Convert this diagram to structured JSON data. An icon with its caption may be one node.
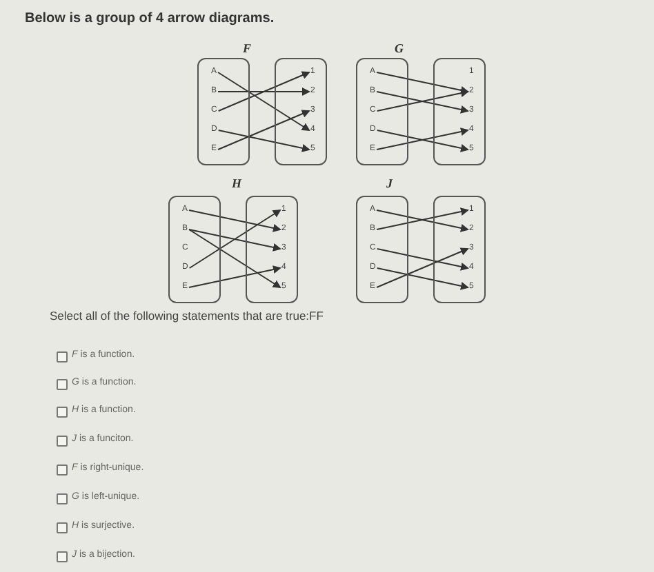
{
  "diagram": {
    "nodes": [
      {
        "text": [],
        "shape": "box"
      },
      {
        "text": [
          "A"
        ],
        "in": 0
      },
      {
        "text": [
          "B"
        ],
        "in": 0
      },
      {
        "text": [
          "C"
        ],
        "in": 0
      },
      {
        "text": [
          "D"
        ],
        "in": 0
      },
      {
        "text": [
          "E"
        ],
        "in": 0
      },
      {
        "text": [],
        "shape": "box"
      },
      {
        "text": [
          "1"
        ],
        "in": 6
      },
      {
        "text": [
          "2"
        ],
        "in": 6
      },
      {
        "text": [
          "3"
        ],
        "in": 6
      },
      {
        "text": [
          "4"
        ],
        "in": 6
      },
      {
        "text": [
          "5"
        ],
        "in": 6
      },
      {
        "text": [],
        "shape": "box"
      },
      {
        "text": [
          "A"
        ],
        "in": 12
      },
      {
        "text": [
          "B"
        ],
        "in": 12
      },
      {
        "text": [
          "C"
        ],
        "in": 12
      },
      {
        "text": [
          "D"
        ],
        "in": 12
      },
      {
        "text": [
          "E"
        ],
        "in": 12
      },
      {
        "text": [],
        "shape": "box"
      },
      {
        "text": [
          "1"
        ],
        "in": 18
      },
      {
        "text": [
          "2"
        ],
        "in": 18
      },
      {
        "text": [
          "3"
        ],
        "in": 18
      },
      {
        "text": [
          "4"
        ],
        "in": 18
      },
      {
        "text": [
          "5"
        ],
        "in": 18
      },
      {
        "text": [],
        "shape": "box"
      },
      {
        "text": [
          "A"
        ],
        "in": 24
      },
      {
        "text": [
          "B"
        ],
        "in": 24
      },
      {
        "text": [
          "C"
        ],
        "in": 24
      },
      {
        "text": [
          "D"
        ],
        "in": 24
      },
      {
        "text": [
          "E"
        ],
        "in": 24
      },
      {
        "text": [],
        "shape": "box"
      },
      {
        "text": [
          "1"
        ],
        "in": 30
      },
      {
        "text": [
          "2"
        ],
        "in": 30
      },
      {
        "text": [
          "3"
        ],
        "in": 30
      },
      {
        "text": [
          "4"
        ],
        "in": 30
      },
      {
        "text": [
          "5"
        ],
        "in": 30
      },
      {
        "text": [],
        "shape": "box"
      },
      {
        "text": [
          "A"
        ],
        "in": 36
      },
      {
        "text": [
          "B"
        ],
        "in": 36
      },
      {
        "text": [
          "C"
        ],
        "in": 36
      },
      {
        "text": [
          "D"
        ],
        "in": 36
      },
      {
        "text": [
          "E"
        ],
        "in": 36
      },
      {
        "text": [],
        "shape": "box"
      },
      {
        "text": [
          "1"
        ],
        "in": 42
      },
      {
        "text": [
          "2"
        ],
        "in": 42
      },
      {
        "text": [
          "3"
        ],
        "in": 42
      },
      {
        "text": [
          "4"
        ],
        "in": 42
      },
      {
        "text": [
          "5"
        ],
        "in": 42
      }
    ],
    "edges": [
      {
        "from": 1,
        "to": 10,
        "arrow": "to"
      },
      {
        "from": 2,
        "to": 8,
        "arrow": "to"
      },
      {
        "from": 3,
        "to": 7,
        "arrow": "to"
      },
      {
        "from": 4,
        "to": 11,
        "arrow": "to"
      },
      {
        "from": 5,
        "to": 9,
        "arrow": "to"
      },
      {
        "from": 13,
        "to": 20,
        "arrow": "to"
      },
      {
        "from": 14,
        "to": 21,
        "arrow": "to"
      },
      {
        "from": 15,
        "to": 20,
        "arrow": "to"
      },
      {
        "from": 16,
        "to": 23,
        "arrow": "to"
      },
      {
        "from": 17,
        "to": 22,
        "arrow": "to"
      },
      {
        "from": 25,
        "to": 32,
        "arrow": "to"
      },
      {
        "from": 26,
        "to": 33,
        "arrow": "to"
      },
      {
        "from": 26,
        "to": 35,
        "arrow": "to"
      },
      {
        "from": 28,
        "to": 31,
        "arrow": "to"
      },
      {
        "from": 29,
        "to": 34,
        "arrow": "to"
      },
      {
        "from": 37,
        "to": 44,
        "arrow": "to"
      },
      {
        "from": 38,
        "to": 43,
        "arrow": "to"
      },
      {
        "from": 39,
        "to": 46,
        "arrow": "to"
      },
      {
        "from": 40,
        "to": 47,
        "arrow": "to"
      },
      {
        "from": 41,
        "to": 45,
        "arrow": "to"
      }
    ],
    "labels": [
      "Below is a group of 4 arrow diagrams.",
      "F",
      "G",
      "H",
      "J",
      "Select all of the following statements that are true:FF",
      "*F* is a function.",
      "*G* is a function.",
      "*H* is a function.",
      "*J* is a funciton.",
      "*F* is right-unique.",
      "*G* is left-unique.",
      "*H* is surjective.",
      "*J* is a bijection."
    ]
  }
}
